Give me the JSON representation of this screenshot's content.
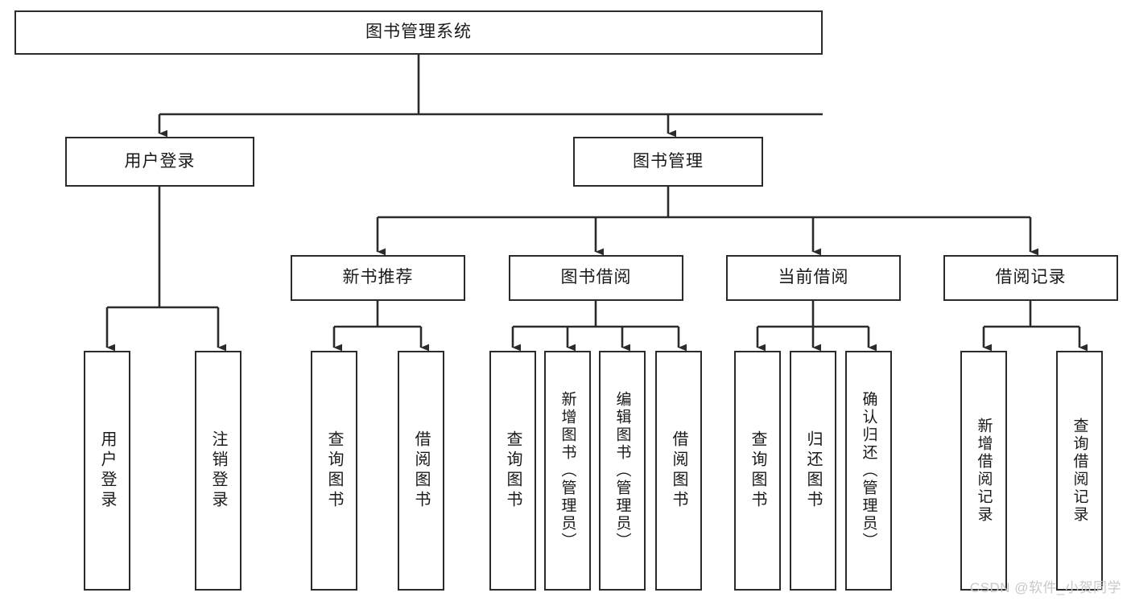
{
  "diagram": {
    "title": "图书管理系统",
    "type": "功能结构图",
    "style": {
      "box_border_color": "#2b2b2b",
      "box_fill_color": "#ffffff",
      "edge_color": "#2b2b2b",
      "text_color": "#1a1a1a",
      "background_color": "#ffffff",
      "watermark_color": "#c8c8c8"
    },
    "root": {
      "label": "图书管理系统"
    },
    "level2": [
      {
        "label": "用户登录"
      },
      {
        "label": "图书管理"
      }
    ],
    "level3": [
      {
        "label": "新书推荐"
      },
      {
        "label": "图书借阅"
      },
      {
        "label": "当前借阅"
      },
      {
        "label": "借阅记录"
      }
    ],
    "leaves": {
      "user_login": [
        {
          "label": "用户登录"
        },
        {
          "label": "注销登录"
        }
      ],
      "new_book_recommend": [
        {
          "label": "查询图书"
        },
        {
          "label": "借阅图书"
        }
      ],
      "book_borrow": [
        {
          "label": "查询图书"
        },
        {
          "label": "新增图书（管理员）"
        },
        {
          "label": "编辑图书（管理员）"
        },
        {
          "label": "借阅图书"
        }
      ],
      "current_borrow": [
        {
          "label": "查询图书"
        },
        {
          "label": "归还图书"
        },
        {
          "label": "确认归还（管理员）"
        }
      ],
      "borrow_record": [
        {
          "label": "新增借阅记录"
        },
        {
          "label": "查询借阅记录"
        }
      ]
    }
  },
  "watermark": {
    "text": "CSDN @软件_小贺同学"
  }
}
